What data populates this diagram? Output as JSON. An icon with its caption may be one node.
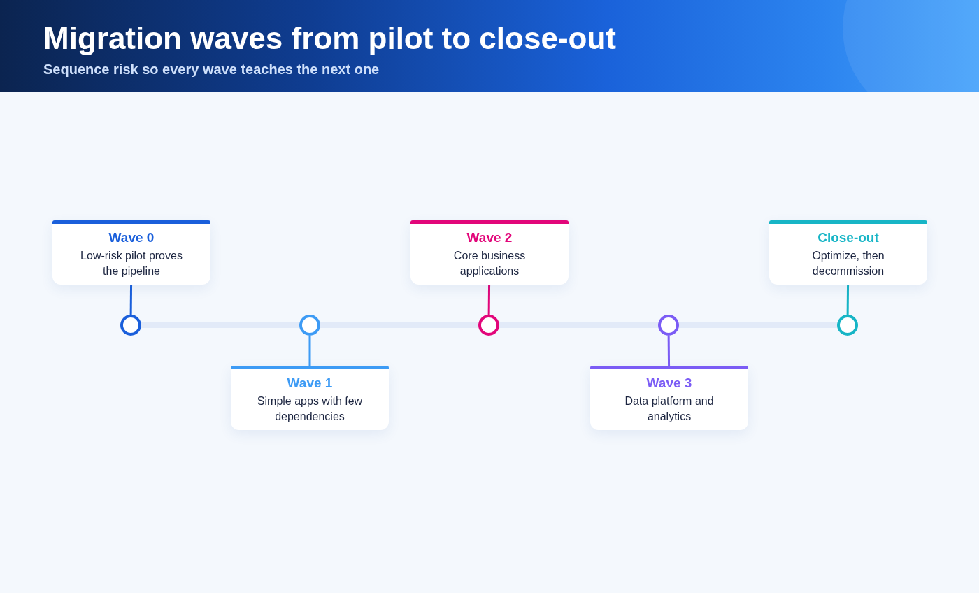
{
  "diagram": {
    "title": "Migration waves from pilot to close-out",
    "nodes": [
      {
        "text": [
          "Wave 0",
          "Low-risk pilot proves the pipeline"
        ]
      },
      {
        "text": [],
        "shape": "circle"
      },
      {
        "text": [
          "Wave 1",
          "Simple apps with few dependencies"
        ]
      },
      {
        "text": [],
        "shape": "circle"
      },
      {
        "text": [
          "Wave 2",
          "Core business applications"
        ]
      },
      {
        "text": [],
        "shape": "circle"
      },
      {
        "text": [
          "Wave 3",
          "Data platform and analytics"
        ]
      },
      {
        "text": [],
        "shape": "circle"
      },
      {
        "text": [
          "Close-out",
          "Optimize, then decommission"
        ]
      },
      {
        "text": [],
        "shape": "circle"
      }
    ],
    "edges": [
      {
        "from": 0,
        "to": 1,
        "arrow": "none",
        "color": "#1a5fdb"
      },
      {
        "from": 2,
        "to": 3,
        "arrow": "none",
        "color": "#3d9bf5"
      },
      {
        "from": 4,
        "to": 5,
        "arrow": "none",
        "color": "#e2067a"
      },
      {
        "from": 6,
        "to": 7,
        "arrow": "none",
        "color": "#7b5cf5"
      },
      {
        "from": 8,
        "to": 9,
        "arrow": "none",
        "color": "#17b5c6"
      },
      {
        "from": 1,
        "to": 3,
        "arrow": "none",
        "style": "thick",
        "color": "#e2eaf8"
      },
      {
        "from": 3,
        "to": 5,
        "arrow": "none",
        "style": "thick",
        "color": "#e2eaf8"
      },
      {
        "from": 5,
        "to": 7,
        "arrow": "none",
        "style": "thick",
        "color": "#e2eaf8"
      },
      {
        "from": 7,
        "to": 9,
        "arrow": "none",
        "style": "thick",
        "color": "#e2eaf8"
      }
    ],
    "labels": [
      "Sequence risk so every wave teaches the next one"
    ]
  }
}
